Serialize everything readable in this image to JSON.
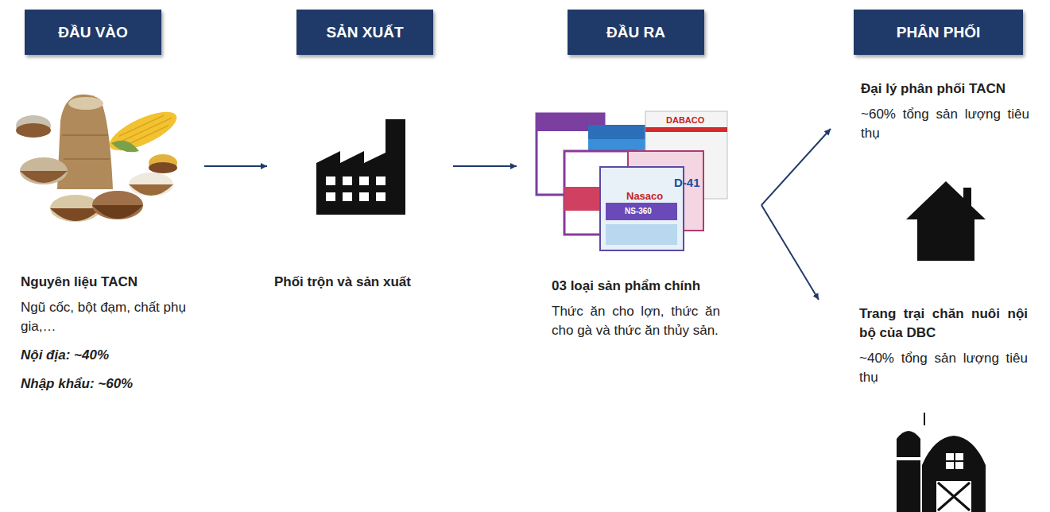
{
  "diagram": {
    "nodes": [
      {
        "text": [
          "ĐẦU VÀO"
        ]
      },
      {
        "text": [
          "SẢN XUẤT"
        ]
      },
      {
        "text": [
          "ĐẦU RA"
        ]
      },
      {
        "text": [
          "PHÂN PHỐI"
        ]
      },
      {
        "text": [
          "Nguyên liệu TACN",
          "Ngũ cốc, bột đạm, chất phụ gia,…",
          "Nội địa: ~40%",
          "Nhập khẩu: ~60%"
        ]
      },
      {
        "text": [
          "Phối trộn và sản xuất"
        ]
      },
      {
        "text": [
          "03 loại sản phẩm chính",
          "Thức ăn cho lợn, thức ăn cho gà và thức ăn thủy sản."
        ]
      },
      {
        "text": [
          "Đại lý phân phối TACN",
          "~60% tổng sản lượng tiêu thụ"
        ]
      },
      {
        "text": [
          "Trang trại chăn nuôi nội bộ của DBC",
          "~40% tổng sản lượng tiêu thụ"
        ]
      }
    ],
    "edges": [
      {
        "from": 4,
        "to": 5,
        "arrow": "to"
      },
      {
        "from": 5,
        "to": 6,
        "arrow": "to"
      },
      {
        "from": 6,
        "to": 7,
        "arrow": "to"
      },
      {
        "from": 6,
        "to": 8,
        "arrow": "to"
      }
    ],
    "labels": [
      "DABACO",
      "D-41",
      "Nasaco",
      "NS-360"
    ]
  }
}
